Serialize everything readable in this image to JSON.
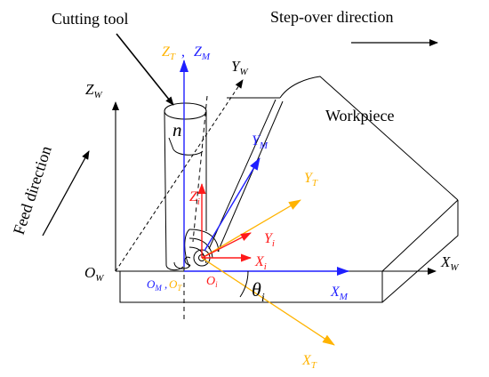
{
  "colors": {
    "black": "#000000",
    "blue": "#1f1fff",
    "red": "#ff1a1a",
    "orange": "#ffb300"
  },
  "labels": {
    "cutting_tool": "Cutting tool",
    "step_over": "Step-over direction",
    "feed": "Feed direction",
    "workpiece": "Workpiece",
    "spindle": "n",
    "z_t": "Z",
    "z_t_sub": "T",
    "sep": ", ",
    "z_m": "Z",
    "z_m_sub": "M",
    "y_w": "Y",
    "y_w_sub": "W",
    "z_w": "Z",
    "z_w_sub": "W",
    "y_m": "Y",
    "y_m_sub": "M",
    "y_t": "Y",
    "y_t_sub": "T",
    "z_i": "Z",
    "z_i_sub": "i",
    "y_i": "Y",
    "y_i_sub": "i",
    "x_i": "X",
    "x_i_sub": "i",
    "x_w": "X",
    "x_w_sub": "W",
    "o_w": "O",
    "o_w_sub": "W",
    "o_m": "O",
    "o_m_sub": "M",
    "o_t": "O",
    "o_t_sub": "T",
    "o_i": "O",
    "o_i_sub": "i",
    "x_m": "X",
    "x_m_sub": "M",
    "theta": "θ",
    "theta_sub": "i",
    "x_t": "X",
    "x_t_sub": "T"
  }
}
